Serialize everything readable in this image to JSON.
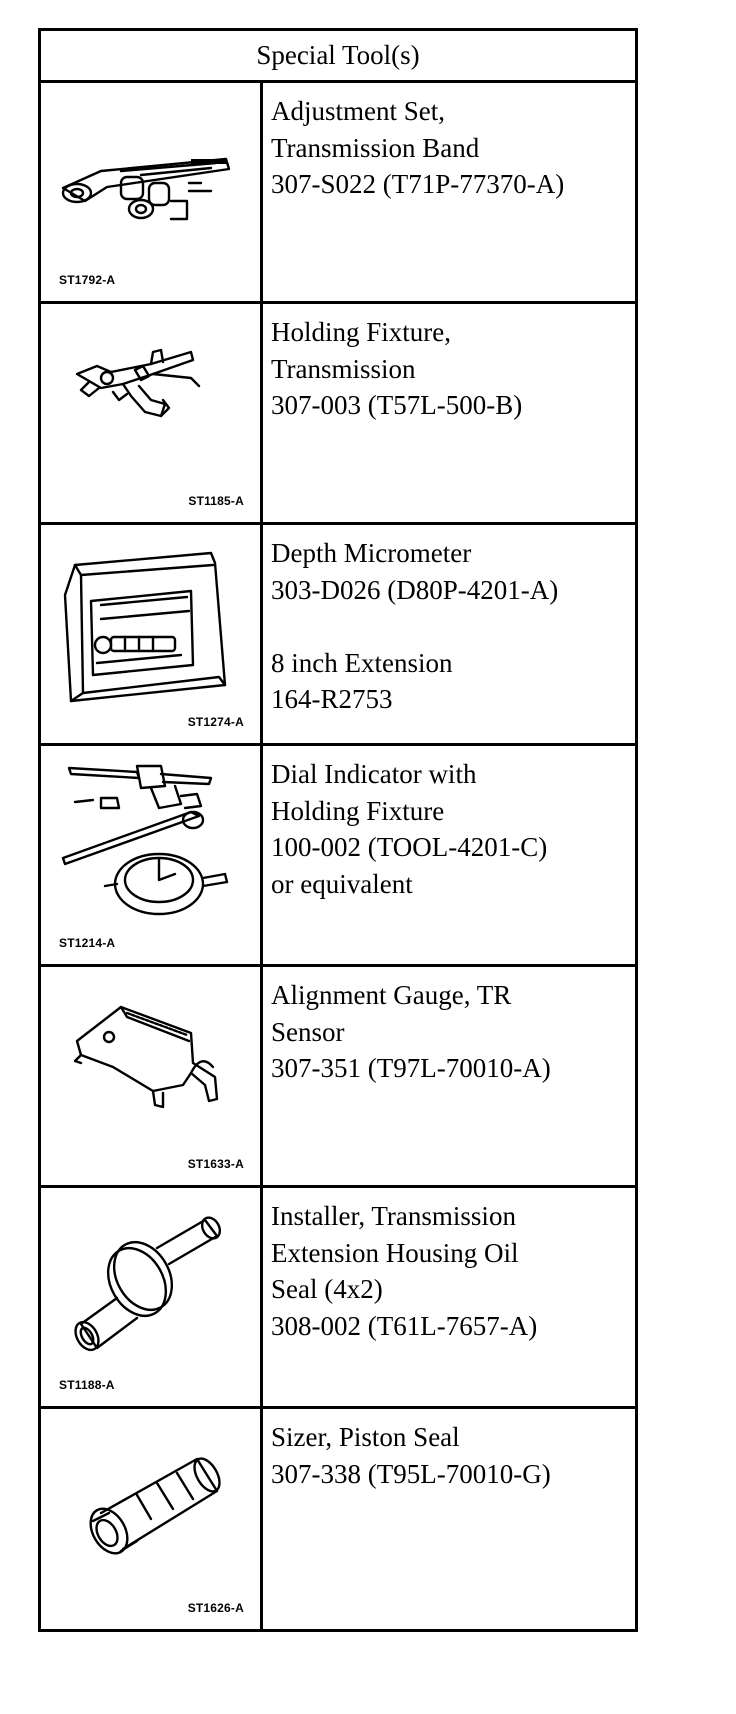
{
  "table": {
    "header": "Special Tool(s)",
    "rows": [
      {
        "image_code": "ST1792-A",
        "lines": [
          "Adjustment Set,",
          "Transmission Band",
          "307-S022 (T71P-77370-A)"
        ],
        "icon": "band-adjustment-set-illustration"
      },
      {
        "image_code": "ST1185-A",
        "lines": [
          "Holding Fixture,",
          "Transmission",
          "307-003 (T57L-500-B)"
        ],
        "icon": "holding-fixture-illustration"
      },
      {
        "image_code": "ST1274-A",
        "lines": [
          "Depth Micrometer",
          "303-D026 (D80P-4201-A)"
        ],
        "lines2": [
          "8 inch Extension",
          "164-R2753"
        ],
        "icon": "depth-micrometer-case-illustration"
      },
      {
        "image_code": "ST1214-A",
        "lines": [
          "Dial Indicator with",
          "Holding Fixture",
          "100-002 (TOOL-4201-C)",
          "or equivalent"
        ],
        "icon": "dial-indicator-illustration"
      },
      {
        "image_code": "ST1633-A",
        "lines": [
          "Alignment Gauge, TR",
          "Sensor",
          "307-351 (T97L-70010-A)"
        ],
        "icon": "alignment-gauge-illustration"
      },
      {
        "image_code": "ST1188-A",
        "lines": [
          "Installer, Transmission",
          "Extension Housing Oil",
          "Seal (4x2)",
          "308-002 (T61L-7657-A)"
        ],
        "icon": "seal-installer-illustration"
      },
      {
        "image_code": "ST1626-A",
        "lines": [
          "Sizer, Piston Seal",
          "307-338 (T95L-70010-G)"
        ],
        "icon": "piston-seal-sizer-illustration"
      }
    ]
  }
}
